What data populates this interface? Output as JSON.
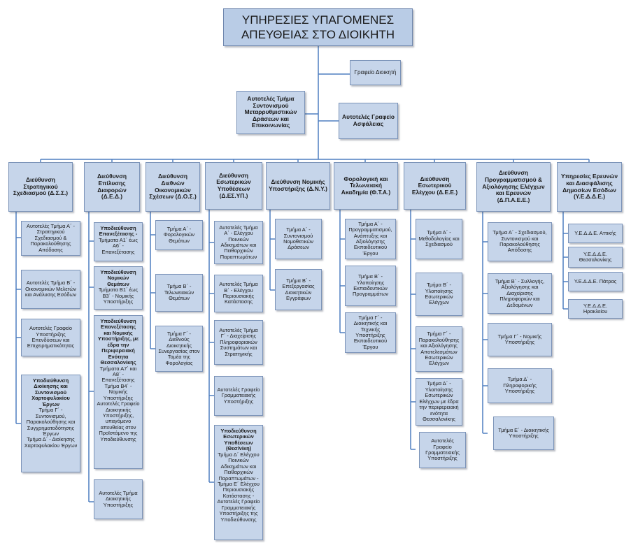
{
  "top_title": "ΥΠΗΡΕΣΙΕΣ ΥΠΑΓΟΜΕΝΕΣ ΑΠΕΥΘΕΙΑΣ ΣΤΟ ΔΙΟΙΚΗΤΗ",
  "staff": {
    "office": "Γραφείο Διοικητή",
    "reform": "Αυτοτελές Τμήμα Συντονισμού Μεταρρυθμιστικών Δράσεων και Επικοινωνίας",
    "security": "Αυτοτελές Γραφείο Ασφάλειας"
  },
  "directorates": [
    {
      "title": "Διεύθυνση Στρατηγικού Σχεδιασμού (Δ.Σ.Σ.)",
      "units": [
        {
          "text": "Αυτοτελές Τμήμα Α΄ - Στρατηγικού Σχεδιασμού & Παρακολούθησης Απόδοσης"
        },
        {
          "text": "Αυτοτελές Τμήμα Β΄ - Οικονομικών Μελετών και Ανάλυσης Εσόδων"
        },
        {
          "text": "Αυτοτελές Γραφείο Υποστήριξης Επενδύσεων και Επιχειρηματικότητας"
        },
        {
          "bold": "Υποδιεύθυνση Διοίκησης και Συντονισμού Χαρτοφυλακίου Έργων",
          "text": "Τμήμα Γ΄ - Συντονισμού, Παρακολούθησης και Συγχρηματοδότησης Έργων",
          "text2": "Τμήμα Δ΄ - Διοίκησης Χαρτοφυλακίου Έργων"
        }
      ]
    },
    {
      "title": "Διεύθυνση Επίλυσης Διαφορών (Δ.Ε.Δ.)",
      "units": [
        {
          "bold": "Υποδιεύθυνση Επανεξέτασης -",
          "text": "Τμήματα Α1΄ έως Α6΄ - Επανεξέτασης"
        },
        {
          "bold": "Υποδιεύθυνση Νομικών Θεμάτων",
          "text": "Τμήματα Β1΄ έως Β3΄ - Νομικής Υποστήριξης"
        },
        {
          "bold": "Υποδιεύθυνση Επανεξέτασης και Νομικής Υποστήριξης, με έδρα την Περιφερειακή Ενότητα Θεσσαλονίκης",
          "text": "Τμήματα Α7΄ και Α8΄ - Επανεξέτασης",
          "text2": "Τμήμα Β4΄ - Νομικής Υποστήριξης",
          "text3": "Αυτοτελές Γραφείο Διοικητικής Υποστήριξης, υπαγόμενο απευθείας στον Προϊστάμενο της Υποδιεύθυνσης"
        },
        {
          "text": "Αυτοτελές Τμήμα Διοικητικής Υποστήριξης"
        }
      ]
    },
    {
      "title": "Διεύθυνση Διεθνών Οικονομικών Σχέσεων (Δ.Ο.Σ.)",
      "units": [
        {
          "text": "Τμήμα Α΄ - Φορολογικών Θεμάτων"
        },
        {
          "text": "Τμήμα Β΄ - Τελωνειακών Θεμάτων"
        },
        {
          "text": "Τμήμα Γ΄ - Διεθνούς Διοικητικής Συνεργασίας στον Τομέα της Φορολογίας"
        }
      ]
    },
    {
      "title": "Διεύθυνση Εσωτερικών Υποθέσεων (Δ.ΕΣ.ΥΠ.)",
      "units": [
        {
          "text": "Αυτοτελές Τμήμα Α΄ - Ελέγχου Ποινικών Αδικημάτων και Πειθαρχικών Παραπτωμάτων"
        },
        {
          "text": "Αυτοτελές Τμήμα Β΄ - Ελέγχου Περιουσιακής Κατάστασης"
        },
        {
          "text": "Αυτοτελές Τμήμα Γ΄ - Διαχείρισης Πληροφοριακών Συστημάτων και Στρατηγικής"
        },
        {
          "text": "Αυτοτελές Γραφείο Γραμματειακής Υποστήριξης"
        },
        {
          "bold": "Υποδιεύθυνση Εσωτερικών Υποθέσεων (Θεσ/νίκη)",
          "text": "Τμήμα Δ΄ Ελέγχου Ποινικών Αδικημάτων και Πειθαρχικών Παραπτωμάτων -",
          "text2": "Τμήμα Ε΄ Ελέγχου Περιουσιακής Κατάστασης -",
          "text3": "Αυτοτελές Γραφείο Γραμματειακής Υποστήριξης της Υποδιεύθυνσης"
        }
      ]
    },
    {
      "title": "Διεύθυνση Νομικής Υποστήριξης (Δ.Ν.Υ.)",
      "units": [
        {
          "text": "Τμήμα Α΄ - Συντονισμού Νομοθετικών Δράσεων"
        },
        {
          "text": "Τμήμα Β΄ - Επεξεργασίας Διοικητικών Εγγράφων"
        }
      ]
    },
    {
      "title": "Φορολογική και Τελωνειακή Ακαδημία (Φ.Τ.Α.)",
      "units": [
        {
          "text": "Τμήμα Α΄ - Προγραμματισμού, Ανάπτυξης και Αξιολόγησης Εκπαιδευτικού Έργου"
        },
        {
          "text": "Τμήμα Β΄ - Υλοποίησης Εκπαιδευτικών Προγραμμάτων"
        },
        {
          "text": "Τμήμα Γ΄ - Διοικητικής και Τεχνικής Υποστήριξης Εκπαιδευτικού Έργου"
        }
      ]
    },
    {
      "title": "Διεύθυνση Εσωτερικού Ελέγχου (Δ.Ε.Ε.)",
      "units": [
        {
          "text": "Τμήμα Α΄ - Μεθοδολογίας και Σχεδιασμού"
        },
        {
          "text": "Τμήμα Β΄ - Υλοποίησης Εσωτερικών Ελέγχων"
        },
        {
          "text": "Τμήμα Γ΄ - Παρακολούθησης και Αξιολόγησης Αποτελεσμάτων Εσωτερικών Ελέγχων"
        },
        {
          "text": "Τμήμα Δ΄ - Υλοποίησης Εσωτερικών Ελέγχων με έδρα την περιφερειακή ενότητα Θεσσαλονίκης"
        },
        {
          "text": "Αυτοτελές Γραφείο Γραμματειακής Υποστήριξης"
        }
      ]
    },
    {
      "title": "Διεύθυνση Προγραμματισμού & Αξιολόγησης Ελέγχων και Ερευνών (Δ.Π.Α.Ε.Ε.)",
      "units": [
        {
          "text": "Τμήμα Α΄ - Σχεδιασμού, Συντονισμού και Παρακολούθησης Απόδοσης"
        },
        {
          "text": "Τμήμα Β΄ - Συλλογής, Αξιολόγησης και Διαχείρισης Πληροφοριών και Δεδομένων"
        },
        {
          "text": "Τμήμα Γ΄ - Νομικής Υποστήριξης"
        },
        {
          "text": "Τμήμα Δ΄ - Πληροφορικής Υποστήριξης"
        },
        {
          "text": "Τμήμα Ε΄ - Διοικητικής Υποστήριξης"
        }
      ]
    },
    {
      "title": "Υπηρεσίες Ερευνών και Διασφάλισης Δημοσίων Εσόδων (Υ.Ε.Δ.Δ.Ε.)",
      "units": [
        {
          "text": "Υ.Ε.Δ.Δ.Ε. Αττικής"
        },
        {
          "text": "Υ.Ε.Δ.Δ.Ε. Θεσσαλονίκης"
        },
        {
          "text": "Υ.Ε.Δ.Δ.Ε. Πάτρας"
        },
        {
          "text": "Υ.Ε.Δ.Δ.Ε. Ηρακλείου"
        }
      ]
    }
  ]
}
